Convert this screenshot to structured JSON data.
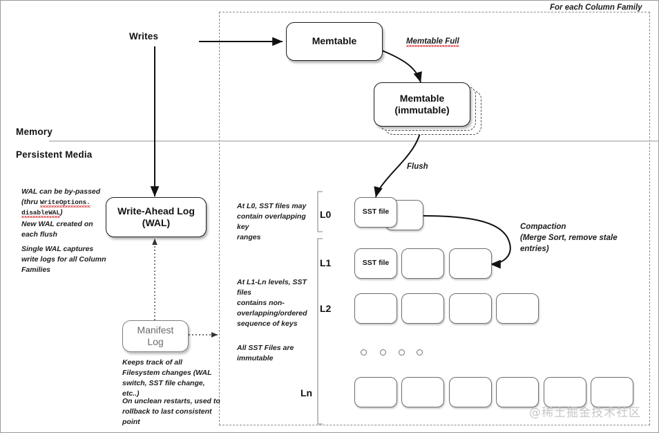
{
  "diagram": {
    "title_annotation": "For each Column Family",
    "watermark": "@稀土掘金技术社区",
    "regions": {
      "memory_label": "Memory",
      "persistent_label": "Persistent Media"
    },
    "flow_labels": {
      "writes": "Writes",
      "memtable_full": "Memtable Full",
      "flush": "Flush",
      "compaction_line1": "Compaction",
      "compaction_line2": "(Merge Sort, remove stale",
      "compaction_line3": "entries)"
    },
    "boxes": {
      "memtable": "Memtable",
      "memtable_immutable_line1": "Memtable",
      "memtable_immutable_line2": "(immutable)",
      "wal_line1": "Write-Ahead Log",
      "wal_line2": "(WAL)",
      "manifest_line1": "Manifest",
      "manifest_line2": "Log",
      "sst_file": "SST file"
    },
    "levels": [
      {
        "id": "L0",
        "label": "L0",
        "file_count": 2,
        "labeled_files": 1
      },
      {
        "id": "L1",
        "label": "L1",
        "file_count": 3,
        "labeled_files": 1
      },
      {
        "id": "L2",
        "label": "L2",
        "file_count": 4,
        "labeled_files": 0
      },
      {
        "id": "Ln",
        "label": "Ln",
        "file_count": 6,
        "labeled_files": 0
      }
    ],
    "notes": {
      "wal_bypass_a": "WAL can be by-passed",
      "wal_bypass_b_pre": "(thru ",
      "wal_bypass_b_code": "WriteOptions.",
      "wal_bypass_c_code": "disableWAL",
      "wal_bypass_c_post": ")",
      "wal_new_1": "New WAL created on",
      "wal_new_2": "each flush",
      "wal_single_1": "Single WAL captures",
      "wal_single_2": "write logs for all Column",
      "wal_single_3": "Families",
      "manifest_1": "Keeps track of all",
      "manifest_2": "Filesystem changes (WAL",
      "manifest_3": "switch, SST file change,",
      "manifest_4": "etc..)",
      "manifest_5": "On unclean restarts, used to",
      "manifest_6": "rollback to last consistent",
      "manifest_7": "point",
      "l0_1": "At L0, SST files may",
      "l0_2": "contain overlapping key",
      "l0_3": "ranges",
      "l1n_1": "At L1-Ln levels, SST files",
      "l1n_2": "contains non-",
      "l1n_3": "overlapping/ordered",
      "l1n_4": "sequence of keys",
      "immutable_1": "All SST Files are",
      "immutable_2": "immutable"
    },
    "colors": {
      "stroke_dark": "#1b1b1b",
      "stroke_light": "#6d6d6d",
      "divider": "#b9b9b9",
      "dashed_border": "#8a8a8a",
      "spellcheck_red": "#e05c5c",
      "watermark": "#c7c7c7"
    }
  }
}
